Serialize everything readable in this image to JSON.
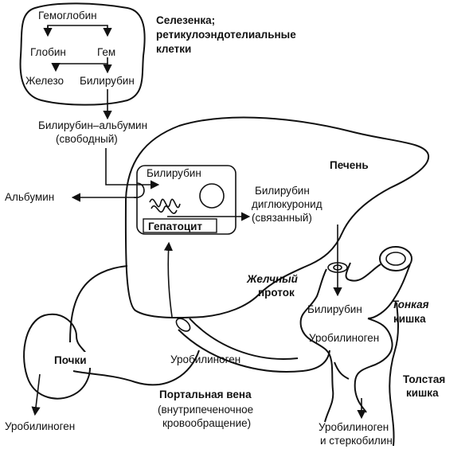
{
  "spleen": {
    "hemoglobin": "Гемоглобин",
    "globin": "Глобин",
    "heme": "Гем",
    "iron": "Железо",
    "bilirubin": "Билирубин",
    "title_line1": "Селезенка;",
    "title_line2": "ретикулоэндотелиальные",
    "title_line3": "клетки"
  },
  "blood": {
    "bilirubin_albumin": "Билирубин–альбумин",
    "free": "(свободный)",
    "albumin": "Альбумин"
  },
  "liver": {
    "title": "Печень",
    "cell_bilirubin": "Билирубин",
    "hepatocyte": "Гепатоцит",
    "diglucuronide_line1": "Билирубин",
    "diglucuronide_line2": "диглюкуронид",
    "diglucuronide_line3": "(связанный)"
  },
  "bile_duct": {
    "line1": "Желчный",
    "line2": "проток"
  },
  "intestine": {
    "small_line1": "Тонкая",
    "small_line2": "кишка",
    "large_line1": "Толстая",
    "large_line2": "кишка",
    "bilirubin": "Билирубин",
    "urobilinogen": "Уробилиноген",
    "output_line1": "Уробилиноген",
    "output_line2": "и стеркобилин"
  },
  "portal": {
    "urobilinogen": "Уробилиноген",
    "title": "Портальная вена",
    "sub_line1": "(внутрипеченочное",
    "sub_line2": "кровообращение)"
  },
  "kidney": {
    "label": "Почки",
    "urobilinogen": "Уробилиноген"
  }
}
